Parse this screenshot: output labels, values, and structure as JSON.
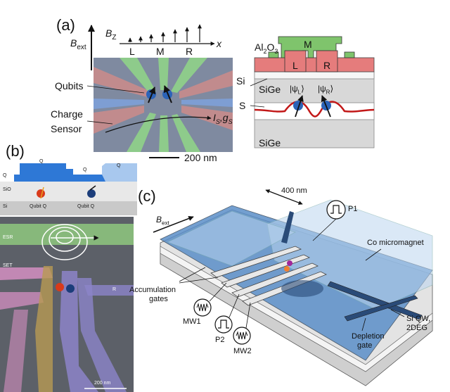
{
  "panel_a": {
    "tag": "(a)",
    "b_ext": "B",
    "b_ext_sub": "ext",
    "bz": "B",
    "bz_sub": "Z",
    "x_axis": "x",
    "gate_left": "L",
    "gate_mid": "M",
    "gate_right": "R",
    "qubits_label": "Qubits",
    "charge_label": "Charge",
    "sensor_label": "Sensor",
    "is_gs": "I",
    "is_sub": "S",
    "gs_text": ",g",
    "gs_sub": "S",
    "scale": "200 nm",
    "al2o3": "Al",
    "al2o3_sub1": "2",
    "al2o3_mid": "O",
    "al2o3_sub2": "3",
    "si": "Si",
    "sige_top": "SiGe",
    "s_label": "S",
    "sige_bottom": "SiGe",
    "psi_l": "|ψ",
    "psi_l_sub": "L",
    "psi_r": "|ψ",
    "psi_r_sub": "R",
    "ket": "⟩"
  },
  "panel_b": {
    "tag": "(b)",
    "q_left": "Q",
    "q1": "Q",
    "q2": "Q",
    "q_right": "Q",
    "sio2": "SiO",
    "si28": "Si",
    "qubit1": "Qubit Q",
    "qubit2": "Qubit Q",
    "esr": "ESR",
    "set": "SET",
    "r": "R",
    "scale": "200 nm"
  },
  "panel_c": {
    "tag": "(c)",
    "b_ext": "B",
    "b_ext_sub": "ext",
    "scale": "400 nm",
    "p1": "P1",
    "co": "Co micromagnet",
    "accum1": "Accumulation",
    "accum2": "gates",
    "mw1": "MW1",
    "p2": "P2",
    "mw2": "MW2",
    "siqw1": "Si QW,",
    "siqw2": "2DEG",
    "depl1": "Depletion",
    "depl2": "gate"
  },
  "colors": {
    "gate_green": "#8fcf8a",
    "gate_red": "#d97a7a",
    "substrate_blue": "#5b8fc8",
    "spin_blue": "#2b63b8"
  }
}
